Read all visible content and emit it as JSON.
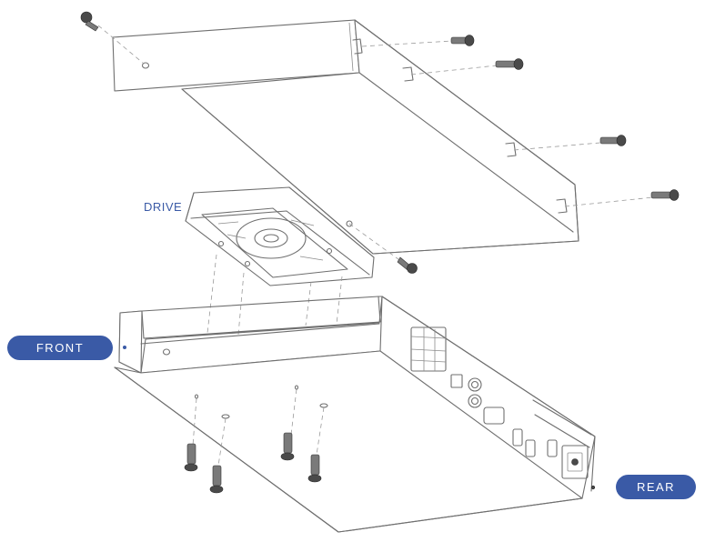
{
  "labels": {
    "drive": "DRIVE",
    "front": "FRONT",
    "rear": "REAR"
  },
  "colors": {
    "accent": "#3a5aa6",
    "line": "#6f6f6f"
  }
}
